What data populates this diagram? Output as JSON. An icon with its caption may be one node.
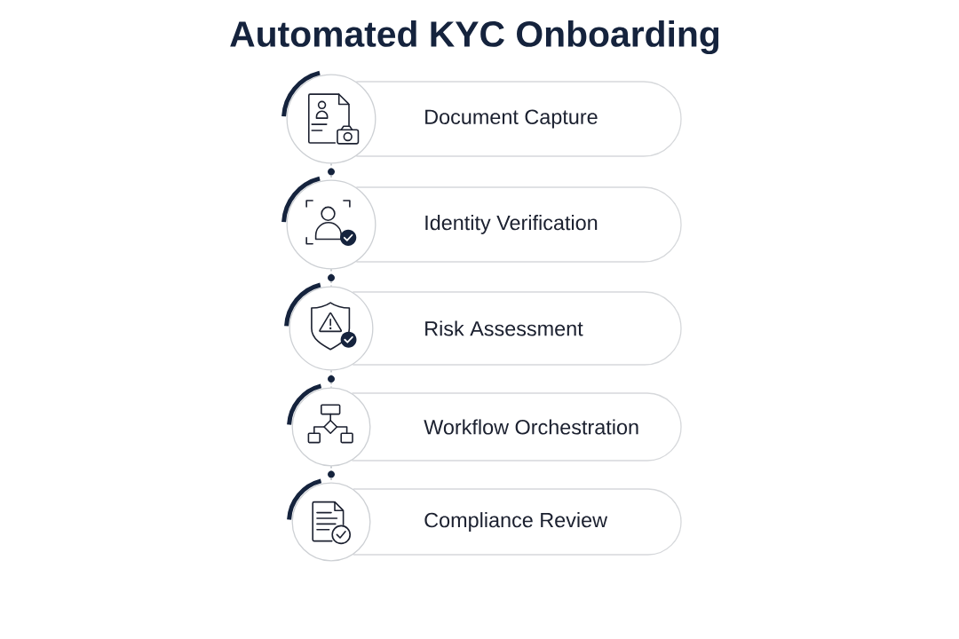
{
  "diagram": {
    "title": "Automated KYC Onboarding",
    "nodes": [
      {
        "text": [],
        "shape": "circle"
      },
      {
        "text": [
          "Document Capture"
        ]
      },
      {
        "text": [],
        "shape": "circle"
      },
      {
        "text": [
          "Identity Verification"
        ]
      },
      {
        "text": [],
        "shape": "circle"
      },
      {
        "text": [
          "Risk Assessment"
        ]
      },
      {
        "text": [],
        "shape": "circle"
      },
      {
        "text": [
          "Workflow Orchestration"
        ]
      },
      {
        "text": [],
        "shape": "circle"
      },
      {
        "text": [
          "Compliance Review"
        ]
      }
    ],
    "edges": [
      {
        "from": 0,
        "to": 2,
        "arrow": "none",
        "style": "dashed"
      },
      {
        "from": 2,
        "to": 4,
        "arrow": "none",
        "style": "dashed"
      },
      {
        "from": 4,
        "to": 6,
        "arrow": "none",
        "style": "dashed"
      },
      {
        "from": 6,
        "to": 8,
        "arrow": "none",
        "style": "dashed"
      }
    ]
  }
}
